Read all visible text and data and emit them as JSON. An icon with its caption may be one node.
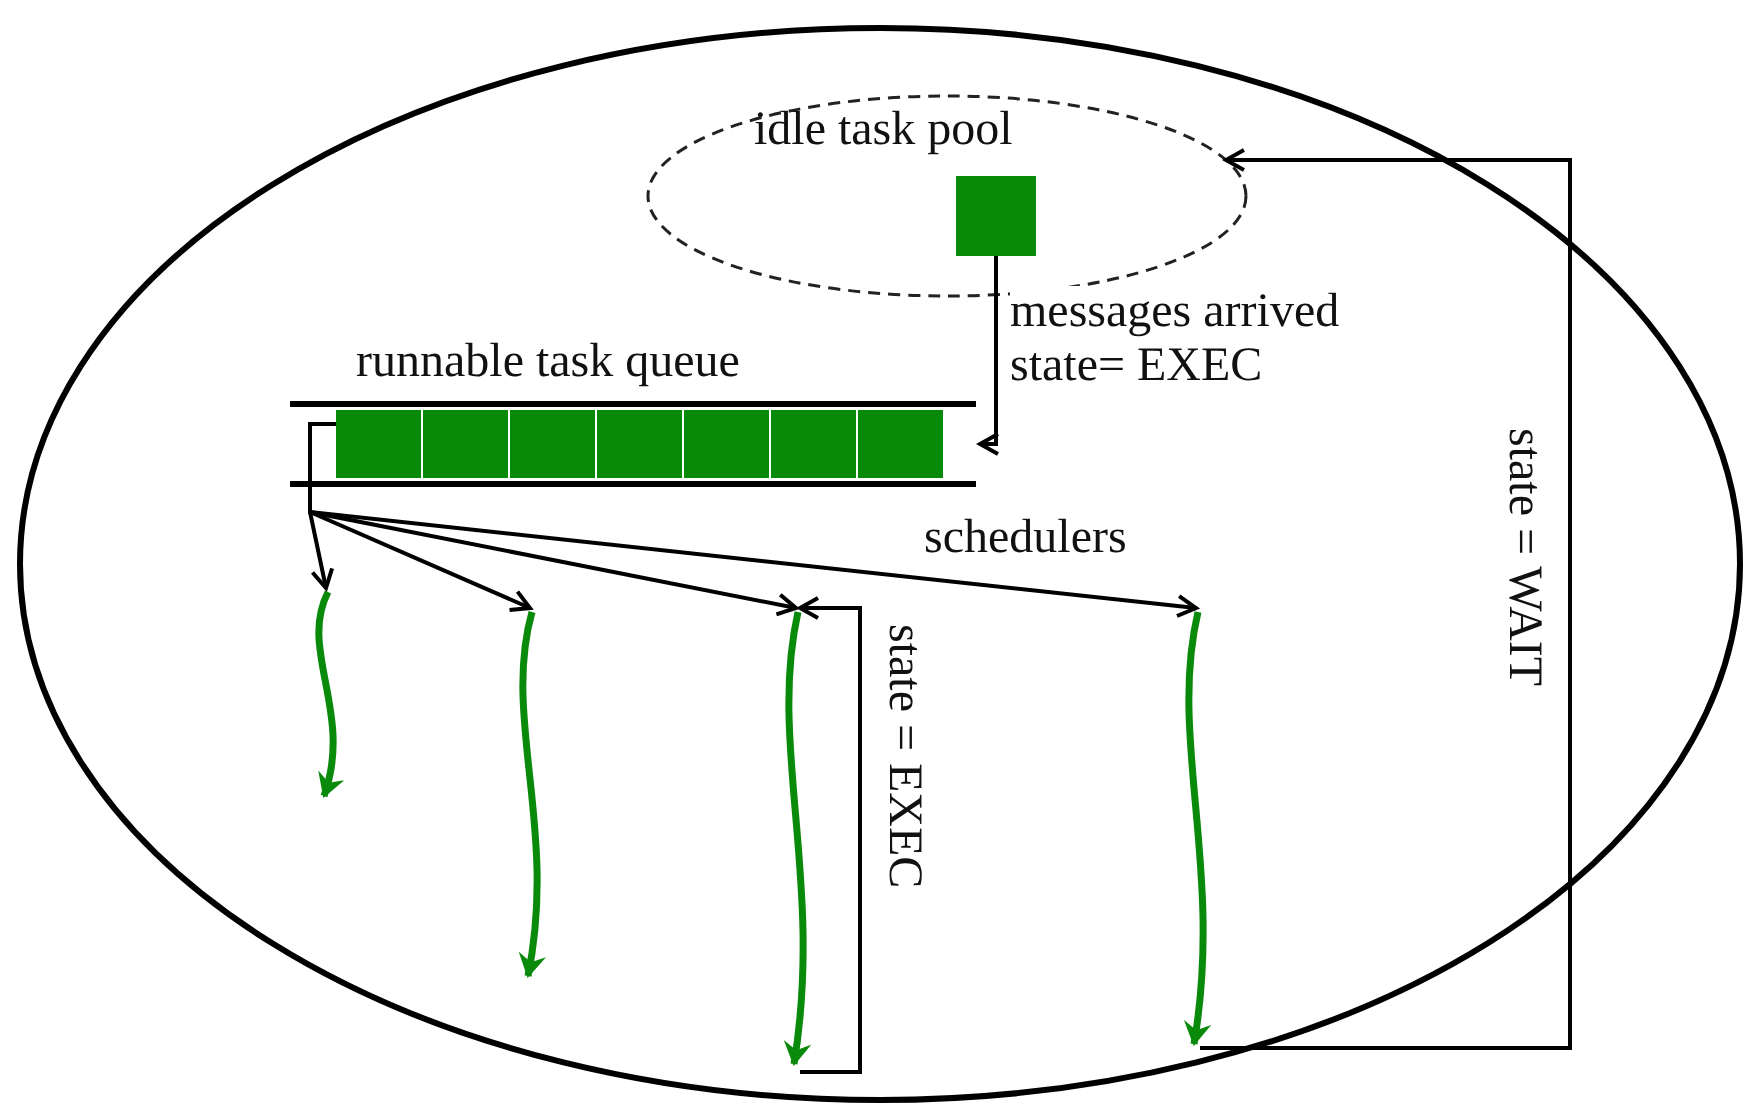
{
  "diagram": {
    "nodes": [
      {
        "text": [],
        "shape": "ellipse"
      },
      {
        "text": [
          "idle task pool"
        ],
        "in": 0
      },
      {
        "text": [],
        "shape": "box",
        "in": 1
      },
      {
        "text": [
          "runnable task queue"
        ],
        "in": 0
      },
      {
        "text": [],
        "shape": "arrow",
        "in": 0
      },
      {
        "text": [],
        "shape": "arrow",
        "in": 0
      },
      {
        "text": [],
        "shape": "arrow",
        "in": 0
      },
      {
        "text": [],
        "shape": "arrow",
        "in": 0
      }
    ],
    "edges": [
      {
        "from": 2,
        "to": 3,
        "label": "messages arrived state= EXEC",
        "arrow": "to"
      },
      {
        "from": 3,
        "to": 4,
        "arrow": "to"
      },
      {
        "from": 3,
        "to": 5,
        "arrow": "to"
      },
      {
        "from": 3,
        "to": 6,
        "arrow": "to"
      },
      {
        "from": 3,
        "to": 7,
        "arrow": "to"
      },
      {
        "from": 6,
        "to": 6,
        "label": "state = EXEC",
        "arrow": "to"
      },
      {
        "from": 7,
        "to": 1,
        "label": "state = WAIT",
        "arrow": "to"
      }
    ],
    "labels": [
      "schedulers"
    ]
  }
}
